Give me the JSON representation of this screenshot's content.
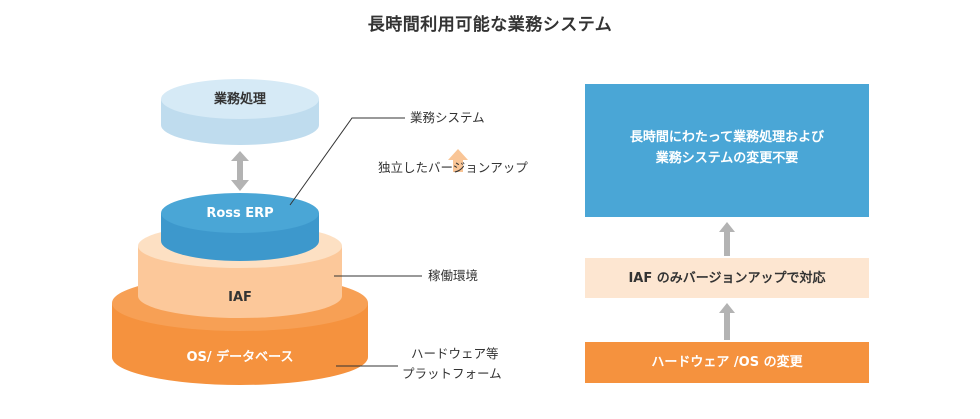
{
  "title": "長時間利用可能な業務システム",
  "stack": {
    "business_processing": "業務処理",
    "ross_erp": "Ross ERP",
    "iaf": "IAF",
    "os_db": "OS/ データベース"
  },
  "annotations": {
    "business_system": "業務システム",
    "independent_upgrade": "独立したバージョンアップ",
    "operating_environment": "稼働環境",
    "hardware_platform_line1": "ハードウェア等",
    "hardware_platform_line2": "プラットフォーム"
  },
  "flow": {
    "top_box_line1": "長時間にわたって業務処理および",
    "top_box_line2": "業務システムの変更不要",
    "middle_box": "IAF のみバージョンアップで対応",
    "bottom_box": "ハードウェア /OS の変更"
  },
  "colors": {
    "blue": "#4aa6d6",
    "light_blue": "#cfe6f4",
    "orange": "#f5923e",
    "light_orange": "#fdd4ab",
    "pale_orange": "#fde6d1",
    "arrow_gray": "#b3b3b3",
    "arrow_orange": "#f9c596"
  }
}
